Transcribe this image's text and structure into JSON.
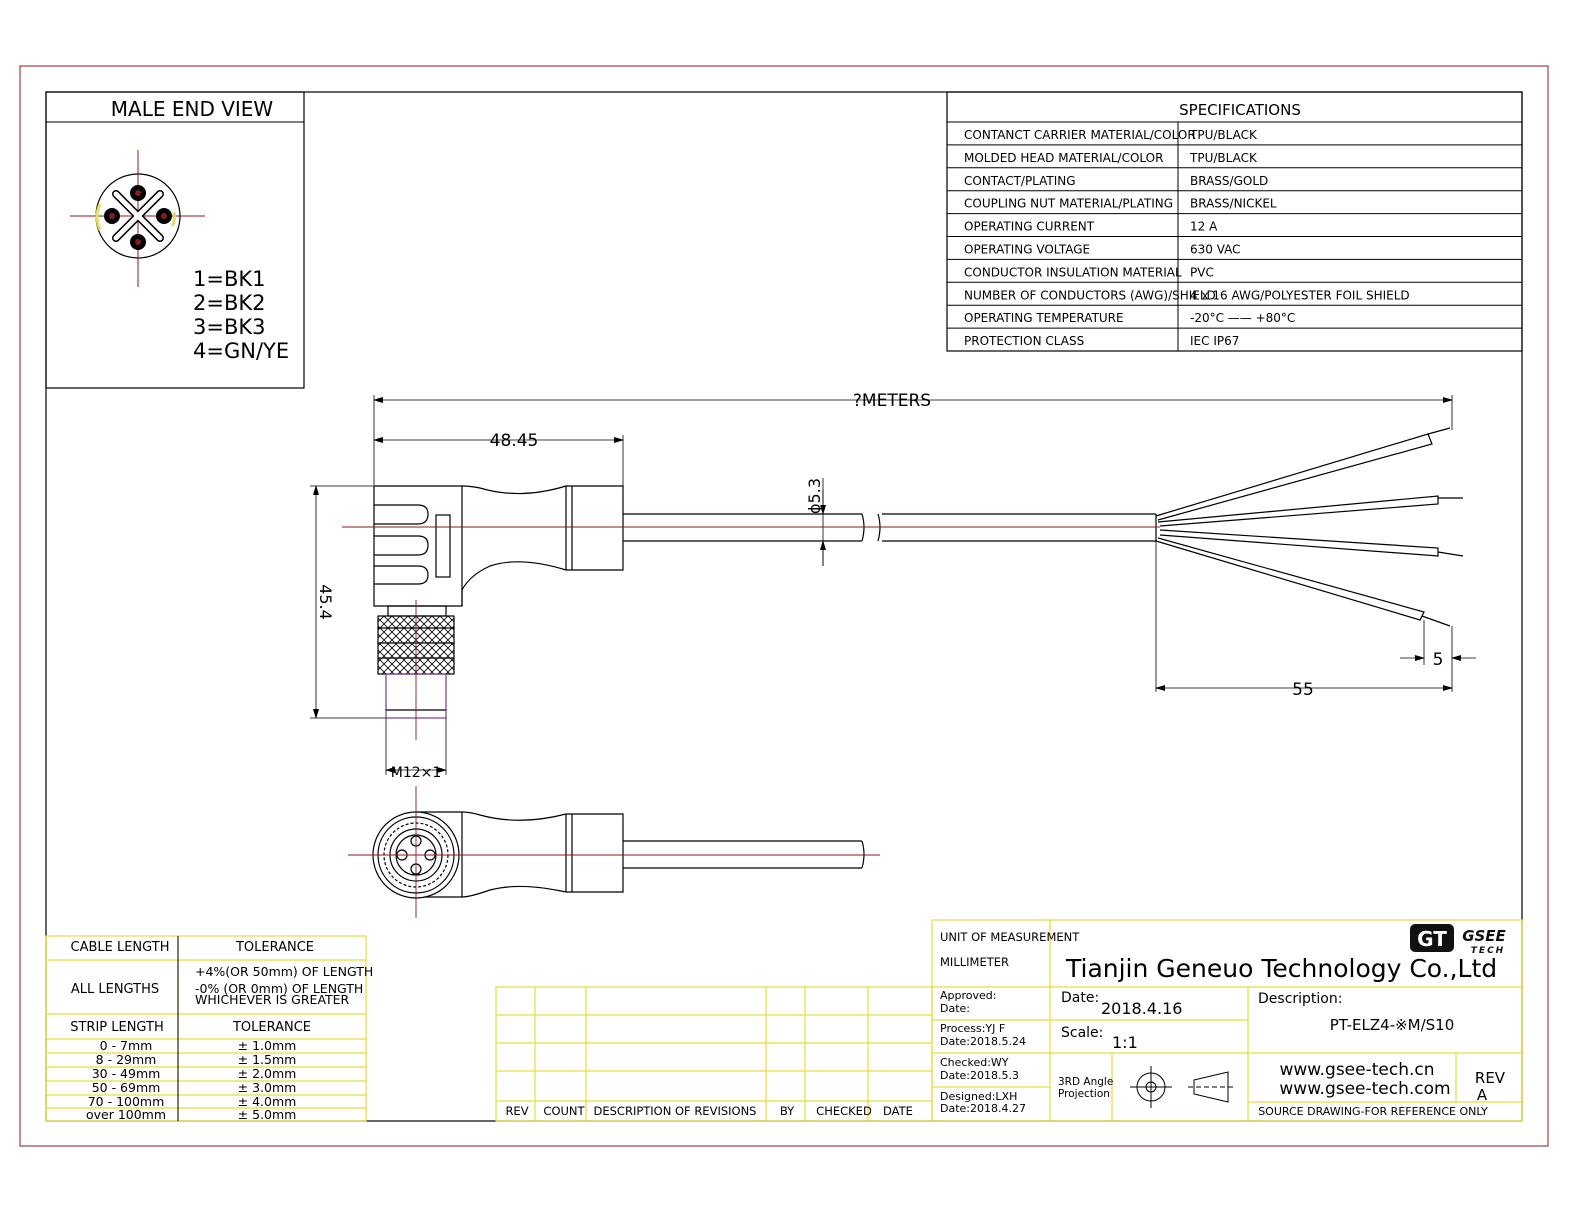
{
  "male_end_view": {
    "title": "MALE END VIEW",
    "pins": [
      "1=BK1",
      "2=BK2",
      "3=BK3",
      "4=GN/YE"
    ]
  },
  "specifications": {
    "title": "SPECIFICATIONS",
    "rows": [
      {
        "label": "CONTANCT CARRIER MATERIAL/COLOR",
        "value": "TPU/BLACK"
      },
      {
        "label": "MOLDED HEAD MATERIAL/COLOR",
        "value": "TPU/BLACK"
      },
      {
        "label": "CONTACT/PLATING",
        "value": "BRASS/GOLD"
      },
      {
        "label": "COUPLING NUT MATERIAL/PLATING",
        "value": "BRASS/NICKEL"
      },
      {
        "label": "OPERATING CURRENT",
        "value": "12 A"
      },
      {
        "label": "OPERATING VOLTAGE",
        "value": "630 VAC"
      },
      {
        "label": "CONDUCTOR INSULATION MATERIAL",
        "value": "PVC"
      },
      {
        "label": "NUMBER OF CONDUCTORS (AWG)/SHIELD",
        "value": "4 x 16 AWG/POLYESTER FOIL SHIELD"
      },
      {
        "label": "OPERATING TEMPERATURE",
        "value": "-20°C —— +80°C"
      },
      {
        "label": "PROTECTION CLASS",
        "value": "IEC  IP67"
      }
    ]
  },
  "dimensions": {
    "total_length": "?METERS",
    "head_length": "48.45",
    "cable_diameter": "ϕ5.3",
    "head_height": "45.4",
    "thread": "M12×1",
    "strip_length": "55",
    "wire_strip": "5"
  },
  "tolerances": {
    "header": [
      "CABLE LENGTH",
      "TOLERANCE"
    ],
    "all_lengths_label": "ALL LENGTHS",
    "all_lengths_lines": [
      "+4%(OR 50mm) OF LENGTH",
      "-0%  (OR 0mm)   OF LENGTH",
      "WHICHEVER  IS  GREATER"
    ],
    "strip_header": [
      "STRIP LENGTH",
      "TOLERANCE"
    ],
    "strip_rows": [
      {
        "range": "0 - 7mm",
        "tol": "± 1.0mm"
      },
      {
        "range": "8 - 29mm",
        "tol": "± 1.5mm"
      },
      {
        "range": "30 - 49mm",
        "tol": "± 2.0mm"
      },
      {
        "range": "50 - 69mm",
        "tol": "± 3.0mm"
      },
      {
        "range": "70 - 100mm",
        "tol": "± 4.0mm"
      },
      {
        "range": "over 100mm",
        "tol": "± 5.0mm"
      }
    ]
  },
  "revisions": {
    "columns": [
      "REV",
      "COUNT",
      "DESCRIPTION  OF  REVISIONS",
      "BY",
      "CHECKED",
      "DATE"
    ]
  },
  "title_block": {
    "unit_label": "UNIT OF MEASUREMENT",
    "unit_value": "MILLIMETER",
    "company": "Tianjin Geneuo Technology Co.,Ltd",
    "logo_mark": "GT",
    "logo_name": "GSEE",
    "logo_sub": "TECH",
    "approved": "Approved:",
    "approved_date": "Date:",
    "process": "Process:YJ F",
    "process_date": "Date:2018.5.24",
    "checked": "Checked:WY",
    "checked_date": "Date:2018.5.3",
    "designed": "Designed:LXH",
    "designed_date": "Date:2018.4.27",
    "date_label": "Date:",
    "date_value": "2018.4.16",
    "scale_label": "Scale:",
    "scale_value": "1:1",
    "projection": [
      "3RD Angle",
      "Projection"
    ],
    "description_label": "Description:",
    "description_value": "PT-ELZ4-※M/S10",
    "website_1": "www.gsee-tech.cn",
    "website_2": "www.gsee-tech.com",
    "rev_label": "REV",
    "rev_value": "A",
    "source_note": "SOURCE DRAWING-FOR REFERENCE ONLY"
  }
}
